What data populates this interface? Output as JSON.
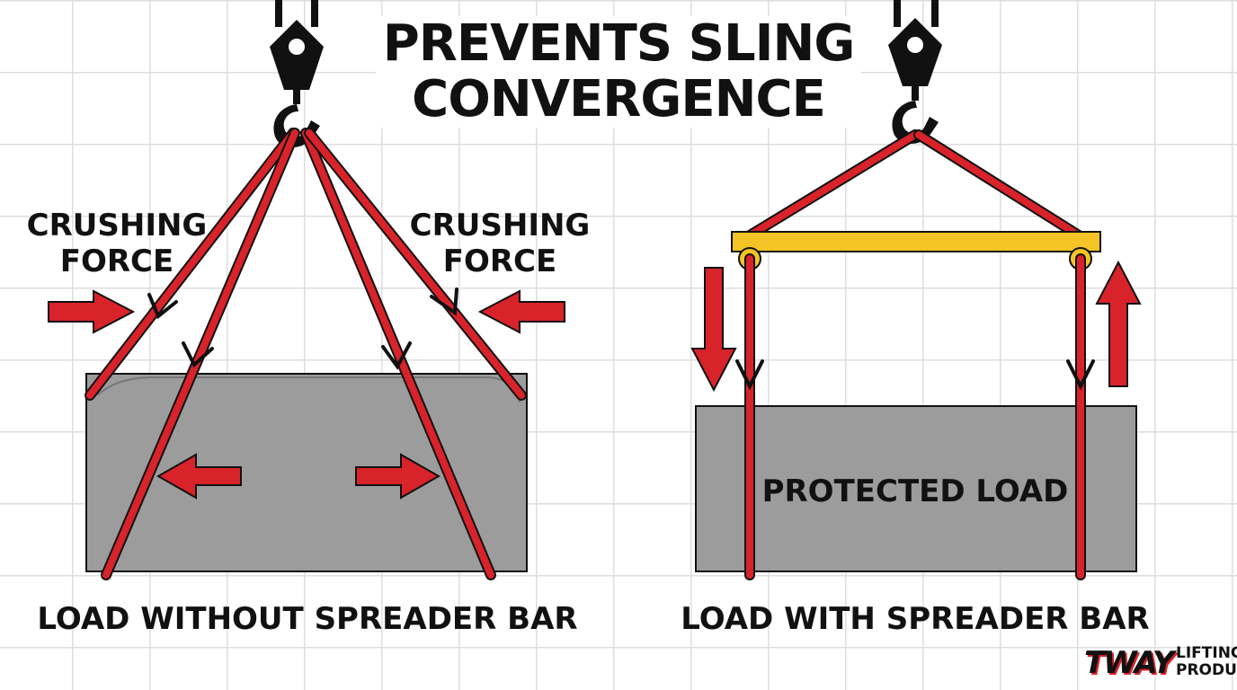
{
  "title": {
    "line1": "PREVENTS SLING",
    "line2": "CONVERGENCE"
  },
  "left_panel": {
    "force_label_left": {
      "line1": "CRUSHING",
      "line2": "FORCE"
    },
    "force_label_right": {
      "line1": "CRUSHING",
      "line2": "FORCE"
    },
    "caption": "LOAD WITHOUT SPREADER BAR"
  },
  "right_panel": {
    "load_label": "PROTECTED LOAD",
    "caption": "LOAD WITH SPREADER BAR"
  },
  "logo": {
    "mark": "TWAY",
    "line1": "LIFTING",
    "line2": "PRODUCTS"
  },
  "colors": {
    "sling_red": "#d8232a",
    "load_gray": "#9c9c9c",
    "spreader_yellow": "#f4c325",
    "outline": "#111111",
    "grid": "#dedede"
  }
}
